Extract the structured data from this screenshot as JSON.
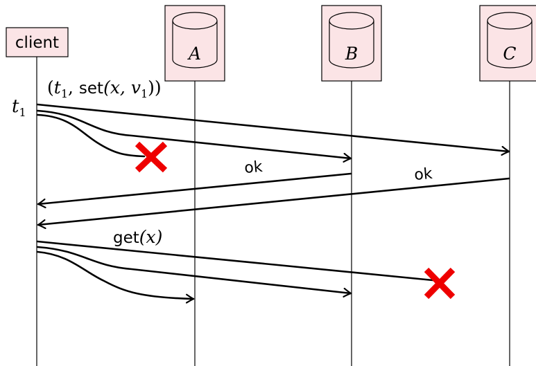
{
  "participants": {
    "client": {
      "label": "client"
    },
    "A": {
      "label": "A"
    },
    "B": {
      "label": "B"
    },
    "C": {
      "label": "C"
    }
  },
  "annotations": {
    "time": {
      "base": "t",
      "sub": "1"
    },
    "set_call": {
      "open": "(",
      "t": "t",
      "t_sub": "1",
      "comma": ", ",
      "fn": "set",
      "args_open": "(x, ",
      "v": "v",
      "v_sub": "1",
      "close": "))"
    },
    "ok_from_b": "ok",
    "ok_from_c": "ok",
    "get_call": {
      "fn": "get",
      "args": "(x)"
    }
  },
  "colors": {
    "box_fill": "#fbe4e6",
    "failure_mark": "#ee0000",
    "line": "#000000"
  },
  "icons": {
    "database": "database-cylinder-icon",
    "failure": "red-cross-icon"
  }
}
